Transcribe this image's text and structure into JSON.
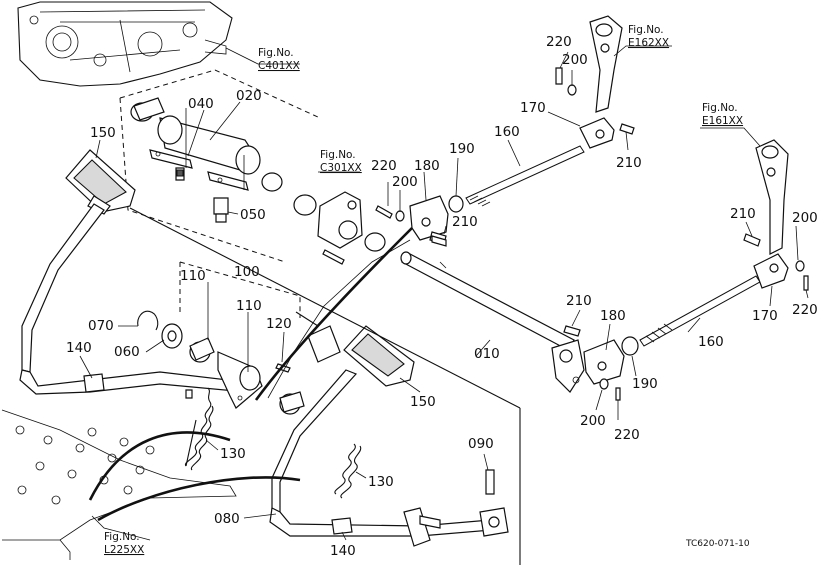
{
  "figure_refs": {
    "c401": [
      "Fig.No.",
      "C401XX"
    ],
    "c301": [
      "Fig.No.",
      "C301XX"
    ],
    "e162": [
      "Fig.No.",
      "E162XX"
    ],
    "e161": [
      "Fig.No.",
      "E161XX"
    ],
    "l225": [
      "Fig.No.",
      "L225XX"
    ]
  },
  "callouts": {
    "p040": "040",
    "p020": "020",
    "p150a": "150",
    "p050": "050",
    "p220a": "220",
    "p200a": "200",
    "p180a": "180",
    "p190a": "190",
    "p210a": "210",
    "p160a": "160",
    "p170a": "170",
    "p220b": "220",
    "p200b": "200",
    "p210b": "210",
    "p110a": "110",
    "p100": "100",
    "p110b": "110",
    "p120": "120",
    "p070": "070",
    "p060": "060",
    "p140a": "140",
    "p010": "010",
    "p150b": "150",
    "p130a": "130",
    "p130b": "130",
    "p090": "090",
    "p080": "080",
    "p140b": "140",
    "p210c": "210",
    "p180b": "180",
    "p190b": "190",
    "p200c": "200",
    "p220c": "220",
    "p160b": "160",
    "p210d": "210",
    "p200d": "200",
    "p170b": "170",
    "p220d": "220"
  },
  "drawing_code": "TC620-071-10"
}
